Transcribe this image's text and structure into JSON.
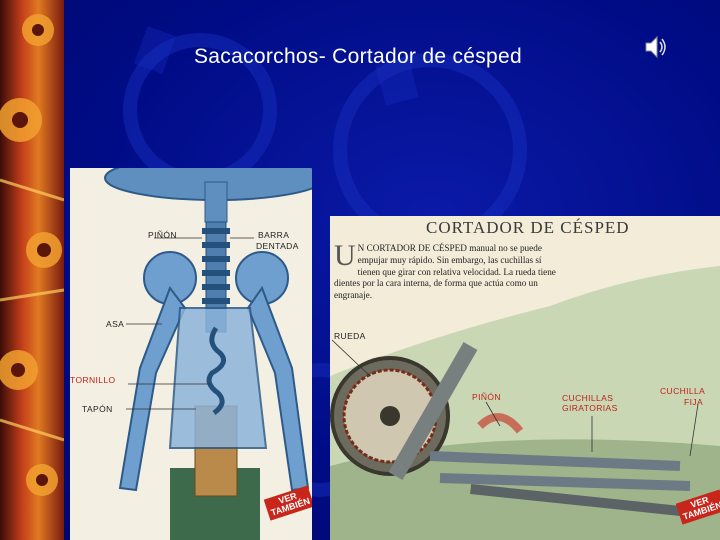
{
  "slide": {
    "title": "Sacacorchos- Cortador de césped",
    "audio_icon": "speaker-icon"
  },
  "corkscrew": {
    "labels": {
      "pinon": "PIÑÓN",
      "barra": "BARRA",
      "dentada": "DENTADA",
      "asa": "ASA",
      "tornillo": "TORNILLO",
      "tapon": "TAPÓN"
    },
    "badge": {
      "line1": "VER",
      "line2": "TAMBIÉN"
    }
  },
  "mower": {
    "title": "CORTADOR DE CÉSPED",
    "dropcap": "U",
    "paragraph": "N CORTADOR DE CÉSPED manual no se puede empujar muy rápido. Sin embargo, las cuchillas sí tienen que girar con relativa velocidad. La rueda tiene dientes por la cara interna, de forma que actúa como un engranaje.",
    "labels": {
      "rueda": "RUEDA",
      "pinon": "PIÑÓN",
      "cuchillas_giratorias_1": "CUCHILLAS",
      "cuchillas_giratorias_2": "GIRATORIAS",
      "cuchilla_fija_1": "CUCHILLA",
      "cuchilla_fija_2": "FIJA"
    },
    "badge": {
      "line1": "VER",
      "line2": "TAMBIÉN"
    }
  },
  "colors": {
    "background": "#000c86",
    "title_text": "#ffffff",
    "label_red": "#c0211a"
  }
}
